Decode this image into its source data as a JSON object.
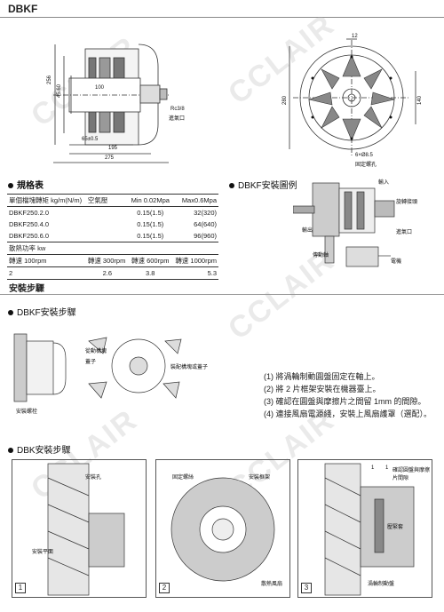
{
  "header": {
    "title": "DBKF"
  },
  "watermark": "CCLAIR",
  "drawing_top": {
    "dims": [
      "256",
      "45.60",
      "100",
      "65±0.5",
      "195",
      "275",
      "Rc3/8",
      "進氣口",
      "12",
      "280",
      "140",
      "6×Ø8.5",
      "固定螺孔"
    ]
  },
  "spec_section": {
    "heading": "規格表",
    "columns": [
      "單個檔塊轉矩 kg/m(N/m)",
      "空氣壓",
      "Min 0.02Mpa",
      "Max0.6Mpa"
    ],
    "rows": [
      {
        "model": "DBKF250.2.0",
        "min": "0.15(1.5)",
        "max": "32(320)"
      },
      {
        "model": "DBKF250.4.0",
        "min": "0.15(1.5)",
        "max": "64(640)"
      },
      {
        "model": "DBKF250.6.0",
        "min": "0.15(1.5)",
        "max": "96(960)"
      }
    ],
    "power_label": "散熱功率 kw",
    "speed_headers": [
      "轉速 100rpm",
      "轉速 300rpm",
      "轉速 600rpm",
      "轉速 1000rpm"
    ],
    "speed_values": [
      "2",
      "2.6",
      "3.8",
      "5.3"
    ]
  },
  "install_example": {
    "heading": "DBKF安裝圖例",
    "labels": [
      "輸入",
      "旋轉接頭",
      "輸出",
      "進氣口",
      "傳動軸",
      "電機"
    ]
  },
  "install_steps": {
    "heading": "安裝步驟",
    "sub_heading": "DBKF安裝步驟",
    "labels": [
      "安裝螺栓",
      "蓋子",
      "從動構塊",
      "裝配構塊或蓋子"
    ],
    "steps": [
      "(1) 將渦輪制動圓盤固定在軸上。",
      "(2) 將 2 片框架安裝在機器臺上。",
      "(3) 確認在圓盤與摩擦片之間留 1mm 的間隙。",
      "(4) 連接風扇電源綫，安裝上風扇護罩（選配）。"
    ]
  },
  "dbk_section": {
    "heading": "DBK安裝步驟",
    "panel1": {
      "num": "1",
      "labels": [
        "安裝孔",
        "安裝平面"
      ]
    },
    "panel2": {
      "num": "2",
      "labels": [
        "固定螺絲",
        "安裝框架",
        "散熱風扇"
      ]
    },
    "panel3": {
      "num": "3",
      "labels": [
        "確認圓盤與摩擦片間隙",
        "1",
        "1",
        "壓緊套",
        "渦輪制動盤"
      ]
    }
  }
}
